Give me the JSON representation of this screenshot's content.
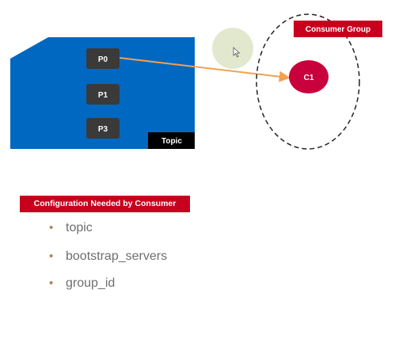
{
  "topic": {
    "label": "Topic",
    "fill_color": "#0068c0",
    "label_bg_color": "#000000",
    "partitions": [
      {
        "id": "P0"
      },
      {
        "id": "P1"
      },
      {
        "id": "P3"
      }
    ]
  },
  "consumer_group": {
    "label": "Consumer Group",
    "badge_color": "#c8001e",
    "consumers": [
      {
        "id": "C1",
        "color": "#c8003c"
      }
    ]
  },
  "connection": {
    "from": "P0",
    "to": "C1",
    "color": "#f4a04f"
  },
  "cursor_icon": "mouse-pointer-icon",
  "config": {
    "title": "Configuration Needed by Consumer",
    "items": [
      "topic",
      "bootstrap_servers",
      "group_id"
    ],
    "bullet": "•"
  }
}
